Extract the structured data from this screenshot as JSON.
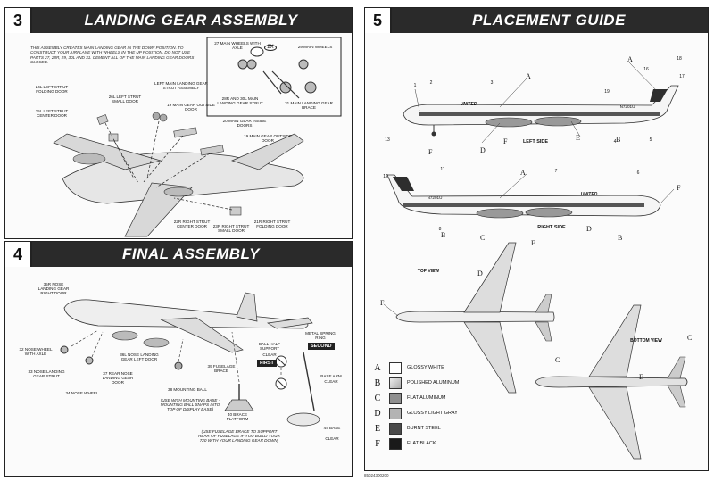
{
  "sections": {
    "s3": {
      "number": "3",
      "title": "LANDING GEAR ASSEMBLY",
      "intro": "THIS ASSEMBLY CREATES MAIN LANDING GEAR IN THE DOWN POSITION. TO CONSTRUCT YOUR AIRPLANE WITH WHEELS IN THE UP POSITION, DO NOT USE PARTS 27, 28R, 29, 30L AND 31. CEMENT ALL OF THE MAIN LANDING GEAR DOORS CLOSED.",
      "labels": {
        "l24": "24L LEFT STRUT FOLDING DOOR",
        "l25": "25L LEFT STRUT CENTER DOOR",
        "l26": "26L LEFT STRUT SMALL DOOR",
        "lmain": "LEFT MAIN LANDING GEAR STRUT ASSEMBLY",
        "l19a": "19 MAIN GEAR OUTSIDE DOOR",
        "l20": "20 MAIN GEAR INSIDE DOORS",
        "l19b": "19 MAIN GEAR OUTSIDE DOOR",
        "l22": "22R RIGHT STRUT CENTER DOOR",
        "l23": "23R RIGHT STRUT SMALL DOOR",
        "l21": "21R RIGHT STRUT FOLDING DOOR",
        "l27": "27 MAIN WHEELS WITH AXLE",
        "x2": "2X",
        "l29": "29 MAIN WHEELS",
        "l28": "28R AND 30L MAIN LANDING GEAR STRUT",
        "l31": "31 MAIN LANDING GEAR BRACE"
      }
    },
    "s4": {
      "number": "4",
      "title": "FINAL ASSEMBLY",
      "labels": {
        "l35": "35R NOSE LANDING GEAR RIGHT DOOR",
        "l32": "32 NOSE WHEEL WITH AXLE",
        "l33": "33 NOSE LANDING GEAR STRUT",
        "l34": "34 NOSE WHEEL",
        "l37": "37 REAR NOSE LANDING GEAR DOOR",
        "l36": "36L NOSE LANDING GEAR LEFT DOOR",
        "l38": "38 MOUNTING BALL",
        "l38note": "(USE WITH MOUNTING BASE - MOUNTING BALL SNAPS INTO TOP OF DISPLAY BASE)",
        "l39": "39 FUSELAGE BRACE",
        "l40": "40 BRACE PLATFORM",
        "l40note": "(USE FUSELAGE BRACE TO SUPPORT REAR OF FUSELAGE IF YOU BUILD YOUR 720 WITH YOUR LANDING GEAR DOWN)",
        "ball": "BALL HALF SUPPORT",
        "ballc": "CLEAR",
        "first": "FIRST",
        "metal": "METAL SPRING RING",
        "second": "SECOND",
        "arm": "BASE ARM",
        "armc": "CLEAR",
        "base": "44 BASE",
        "basec": "CLEAR"
      }
    },
    "s5": {
      "number": "5",
      "title": "PLACEMENT GUIDE",
      "left_side": "LEFT SIDE",
      "right_side": "RIGHT SIDE",
      "top_view": "TOP VIEW",
      "bottom_view": "BOTTOM VIEW",
      "livery": "UNITED",
      "reg": "N7201U"
    }
  },
  "legend": [
    {
      "key": "A",
      "label": "GLOSSY WHITE",
      "color": "#ffffff"
    },
    {
      "key": "B",
      "label": "POLISHED ALUMINUM",
      "color": "#c9c9c9"
    },
    {
      "key": "C",
      "label": "FLAT ALUMINUM",
      "color": "#8f8f8f"
    },
    {
      "key": "D",
      "label": "GLOSSY LIGHT GRAY",
      "color": "#b3b3b3"
    },
    {
      "key": "E",
      "label": "BURNT STEEL",
      "color": "#4a4a4a"
    },
    {
      "key": "F",
      "label": "FLAT BLACK",
      "color": "#1a1a1a"
    }
  ],
  "callouts": {
    "A": "A",
    "B": "B",
    "C": "C",
    "D": "D",
    "E": "E",
    "F": "F",
    "n1": "1",
    "n2": "2",
    "n3": "3",
    "n4": "4",
    "n5": "5",
    "n6": "6",
    "n7": "7",
    "n8": "8",
    "n11": "11",
    "n12": "12",
    "n13": "13",
    "n16": "16",
    "n17": "17",
    "n18": "18",
    "n19": "19"
  },
  "footer_code": "85024300200"
}
